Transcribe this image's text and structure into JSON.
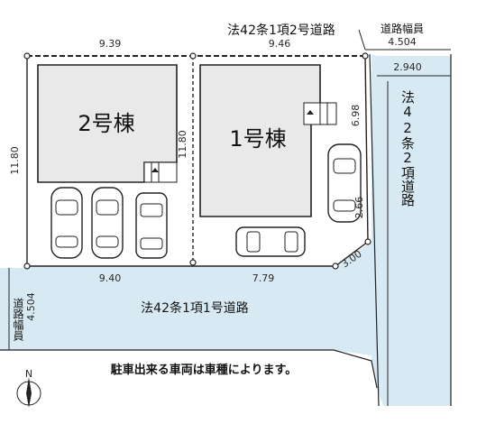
{
  "lot_left": {
    "name": "2号棟",
    "top_width": "9.39",
    "depth": "11.80",
    "bottom_width": "9.40"
  },
  "lot_right": {
    "name": "1号棟",
    "top_width": "9.46",
    "depth": "11.80",
    "bottom_width": "7.79",
    "right_side": "6.98",
    "right_lower": "2.66",
    "corner_cut": "3.00"
  },
  "road_top": {
    "label": "法42条1項2号道路"
  },
  "road_top_width": {
    "label": "道路幅員",
    "value": "4.504"
  },
  "road_right": {
    "label": "法42条2項道路",
    "value": "2.940"
  },
  "road_bottom": {
    "label": "法42条1項1号道路"
  },
  "road_bottom_width": {
    "label": "道路幅員",
    "value": "4.504"
  },
  "note": "駐車出来る車両は車種によります。",
  "compass": {
    "label": "N"
  }
}
